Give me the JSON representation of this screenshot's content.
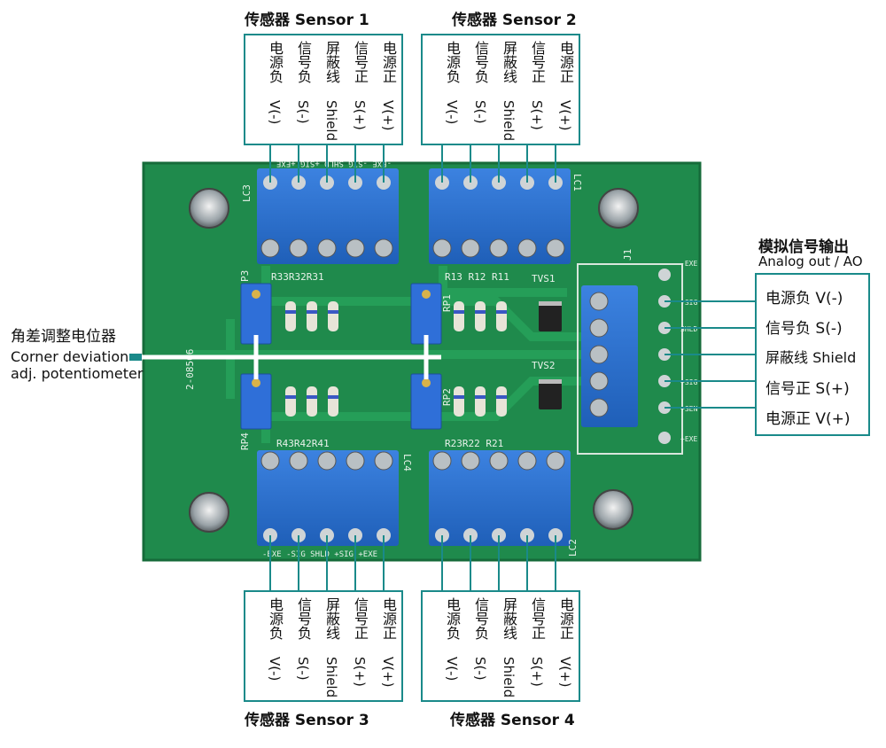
{
  "sensors": [
    {
      "title": "传感器 Sensor 1",
      "pins": [
        {
          "cn": "电源负",
          "en": "V(-)"
        },
        {
          "cn": "信号负",
          "en": "S(-)"
        },
        {
          "cn": "屏蔽线",
          "en": "Shield"
        },
        {
          "cn": "信号正",
          "en": "S(+)"
        },
        {
          "cn": "电源正",
          "en": "V(+)"
        }
      ]
    },
    {
      "title": "传感器 Sensor 2",
      "pins": [
        {
          "cn": "电源负",
          "en": "V(-)"
        },
        {
          "cn": "信号负",
          "en": "S(-)"
        },
        {
          "cn": "屏蔽线",
          "en": "Shield"
        },
        {
          "cn": "信号正",
          "en": "S(+)"
        },
        {
          "cn": "电源正",
          "en": "V(+)"
        }
      ]
    },
    {
      "title": "传感器 Sensor 3",
      "pins": [
        {
          "cn": "电源负",
          "en": "V(-)"
        },
        {
          "cn": "信号负",
          "en": "S(-)"
        },
        {
          "cn": "屏蔽线",
          "en": "Shield"
        },
        {
          "cn": "信号正",
          "en": "S(+)"
        },
        {
          "cn": "电源正",
          "en": "V(+)"
        }
      ]
    },
    {
      "title": "传感器 Sensor 4",
      "pins": [
        {
          "cn": "电源负",
          "en": "V(-)"
        },
        {
          "cn": "信号负",
          "en": "S(-)"
        },
        {
          "cn": "屏蔽线",
          "en": "Shield"
        },
        {
          "cn": "信号正",
          "en": "S(+)"
        },
        {
          "cn": "电源正",
          "en": "V(+)"
        }
      ]
    }
  ],
  "analog": {
    "title_cn": "模拟信号输出",
    "title_en": "Analog out / AO",
    "rows": [
      "电源负 V(-)",
      "信号负 S(-)",
      "屏蔽线 Shield",
      "信号正 S(+)",
      "电源正 V(+)"
    ]
  },
  "pot": {
    "cn": "角差调整电位器",
    "en1": "Corner deviation",
    "en2": "adj. potentiometer"
  },
  "silk": {
    "lc1": "LC1",
    "lc2": "LC2",
    "lc3": "LC3",
    "lc4": "LC4",
    "r1": "R13 R12 R11",
    "r2": "R23R22 R21",
    "r3": "R33R32R31",
    "r4": "R43R42R41",
    "tvs1": "TVS1",
    "tvs2": "TVS2",
    "p3": "P3",
    "rp1": "RP1",
    "rp2": "RP2",
    "rp4": "RP4",
    "j1": "J1",
    "board_code": "2-08506",
    "top_pins": "-EXE -SIG SHLD +SIG +EXE",
    "bottom_pins": "-EXE -SIG SHLD +SIG +EXE",
    "j1_pins": [
      "-EXE",
      "-SIG",
      "SHLD",
      "+SIG",
      "+SEN",
      "+EXE"
    ]
  },
  "colors": {
    "board": "#1f8a4c",
    "terminal": "#2d6fd0",
    "frame": "#1a8a8a"
  }
}
